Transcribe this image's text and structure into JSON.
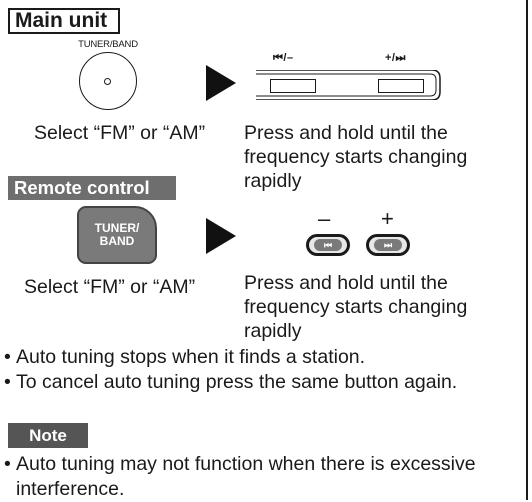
{
  "main_unit": {
    "label": "Main unit",
    "knob_label": "TUNER/BAND",
    "caption": "Select “FM” or “AM”",
    "prev_button_label": "⏮/–",
    "next_button_label": "+/⏭",
    "instruction": "Press and hold until the frequency starts changing rapidly"
  },
  "remote": {
    "label": "Remote control",
    "button_line1": "TUNER/",
    "button_line2": "BAND",
    "caption": "Select “FM” or “AM”",
    "minus": "–",
    "plus": "+",
    "prev_glyph": "⏮",
    "next_glyph": "⏭",
    "instruction": "Press and hold until the frequency starts changing rapidly"
  },
  "notes": [
    "Auto tuning stops when it finds a station.",
    "To cancel auto tuning press the same button again."
  ],
  "note_section": {
    "label": "Note",
    "items": [
      "Auto tuning may not function when there is excessive interference."
    ]
  }
}
